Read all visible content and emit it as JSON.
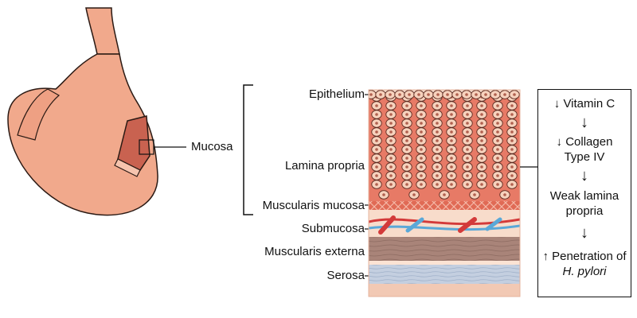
{
  "labels": {
    "mucosa": "Mucosa",
    "epithelium": "Epithelium",
    "lamina_propria": "Lamina propria",
    "muscularis_mucosa": "Muscularis mucosa",
    "submucosa": "Submucosa",
    "muscularis_externa": "Muscularis externa",
    "serosa": "Serosa"
  },
  "flow": {
    "step1": "↓ Vitamin C",
    "step2_line1": "↓ Collagen",
    "step2_line2": "Type IV",
    "step3_line1": "Weak lamina",
    "step3_line2": "propria",
    "step4_line1": "↑ Penetration of",
    "step4_line2": "H. pylori",
    "arrow": "↓"
  },
  "colors": {
    "stomach_fill": "#f1a98c",
    "stomach_outline": "#2b1a14",
    "lamina_fill": "#e77a66",
    "cell_fill": "#f7d2bd",
    "nucleus": "#b0604f",
    "muscularis_mucosa": "#e06a55",
    "submucosa_bg": "#f8dccb",
    "artery": "#d33a3a",
    "vein": "#5aa8d8",
    "muscularis_externa": "#a98479",
    "serosa": "#c4cfe0",
    "serosa_border": "#e6b39d"
  }
}
